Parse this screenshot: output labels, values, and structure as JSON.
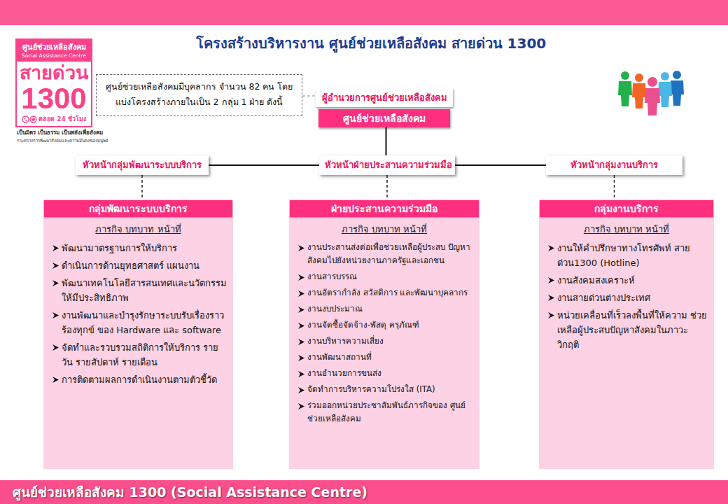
{
  "diagram": {
    "title": "โครงสร้างบริหารงาน ศูนย์ช่วยเหลือสังคม สายด่วน 1300",
    "caption": "ศูนย์ช่วยเหลือสังคม 1300 (Social Assistance Centre)",
    "nodes": [
      {
        "text": [
          "ศูนย์ช่วยเหลือสังคม",
          "Social Assistance Centre",
          "สายด่วน",
          "1300",
          "ตลอด 24 ชั่วโมง"
        ]
      },
      {
        "text": [
          "ศูนย์ช่วยเหลือสังคมมีบุคลากร จำนวน 82 คน โดยแบ่งโครงสร้างภายในเป็น 2 กลุ่ม 1 ฝ่าย ดังนี้"
        ]
      },
      {
        "text": [
          "ผู้อำนวยการศูนย์ช่วยเหลือสังคม",
          "ศูนย์ช่วยเหลือสังคม"
        ]
      },
      {
        "text": [
          "หัวหน้ากลุ่มพัฒนาระบบบริการ"
        ]
      },
      {
        "text": [
          "หัวหน้าฝ่ายประสานความร่วมมือ"
        ]
      },
      {
        "text": [
          "หัวหน้ากลุ่มงานบริการ"
        ]
      },
      {
        "text": [
          "กลุ่มพัฒนาระบบบริการ",
          "ภารกิจ บทบาท หน้าที่",
          "พัฒนามาตรฐานการให้บริการ",
          "ดำเนินการด้านยุทธศาสตร์ แผนงาน",
          "พัฒนาเทคโนโลยีสารสนเทศและนวัตกรรม ให้มีประสิทธิภาพ",
          "งานพัฒนาและบำรุงรักษาระบบรับเรื่องราว ร้องทุกข์ ของ Hardware และ software",
          "จัดทำและรวบรวมสถิติการให้บริการ รายวัน รายสัปดาห์ รายเดือน",
          "การติดตามผลการดำเนินงานตามตัวชี้วัด"
        ]
      },
      {
        "text": [
          "ฝ่ายประสานความร่วมมือ",
          "ภารกิจ บทบาท หน้าที่",
          "งานประสานส่งต่อเพื่อช่วยเหลือผู้ประสบ ปัญหาสังคมไปยังหน่วยงานภาครัฐและเอกชน",
          "งานสารบรรณ",
          "งานอัตรากำลัง สวัสดิการ และพัฒนาบุคลากร",
          "งานงบประมาณ",
          "งานจัดซื้อจัดจ้าง-พัสดุ ครุภัณฑ์",
          "งานบริหารความเสี่ยง",
          "งานพัฒนาสถานที่",
          "งานอำนวยการขนส่ง",
          "จัดทำการบริหารความโปร่งใส (ITA)",
          "ร่วมออกหน่วยประชาสัมพันธ์ภารกิจของ ศูนย์ช่วยเหลือสังคม"
        ]
      },
      {
        "text": [
          "กลุ่มงานบริการ",
          "ภารกิจ บทบาท หน้าที่",
          "งานให้คำปรึกษาทางโทรศัพท์ สายด่วน1300 (Hotline)",
          "งานสังคมสงเคราะห์",
          "งานสายด่วนต่างประเทศ",
          "หน่วยเคลื่อนที่เร็วลงพื้นที่ให้ความ ช่วยเหลือผู้ประสบปัญหาสังคมในภาวะ วิกฤติ"
        ]
      }
    ],
    "edges": [
      {
        "from": 1,
        "to": 2,
        "arrow": "none"
      },
      {
        "from": 2,
        "to": 4,
        "arrow": "none"
      },
      {
        "from": 4,
        "to": 3,
        "arrow": "none"
      },
      {
        "from": 4,
        "to": 5,
        "arrow": "none"
      },
      {
        "from": 3,
        "to": 6,
        "arrow": "none"
      },
      {
        "from": 4,
        "to": 7,
        "arrow": "none"
      },
      {
        "from": 5,
        "to": 8,
        "arrow": "none"
      }
    ],
    "labels": [
      "เป็นมิตร เป็นธรรม เป็นพลังเพื่อสังคม",
      "กระทรวงการพัฒนาสังคมและความมั่นคงของมนุษย์"
    ]
  }
}
